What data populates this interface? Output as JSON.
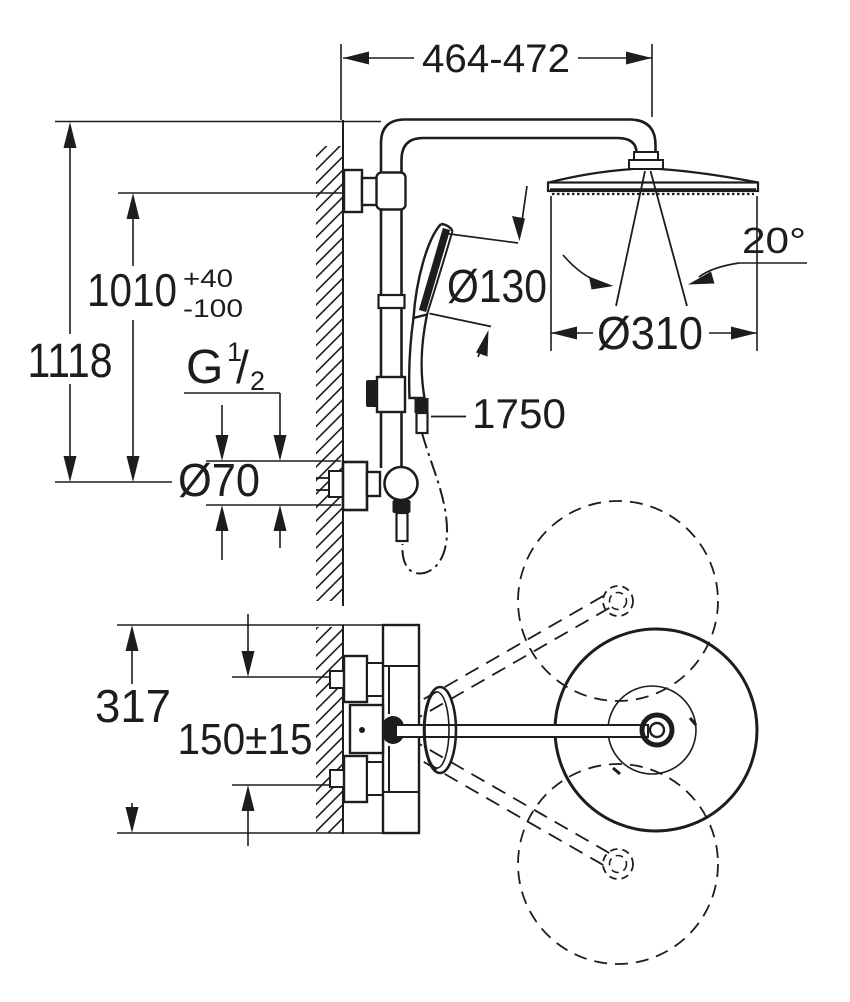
{
  "page": {
    "title": "Shower system installation dimensional drawing",
    "background_color": "#ffffff",
    "line_color": "#1d1d1b"
  },
  "front_view": {
    "arm_projection": "464-472",
    "overall_height": "1118",
    "rail_height": "1010",
    "rail_height_tol_plus": "+40",
    "rail_height_tol_minus": "-100",
    "thread": {
      "prefix": "G",
      "numerator": "1",
      "slash": "/",
      "denominator": "2"
    },
    "escutcheon_diameter": "Ø70",
    "hand_shower_diameter": "Ø130",
    "hose_length": "1750",
    "head_shower_diameter": "Ø310",
    "spray_angle": "20°"
  },
  "plan_view": {
    "overall_width": "317",
    "connection_distance": "150±15"
  }
}
